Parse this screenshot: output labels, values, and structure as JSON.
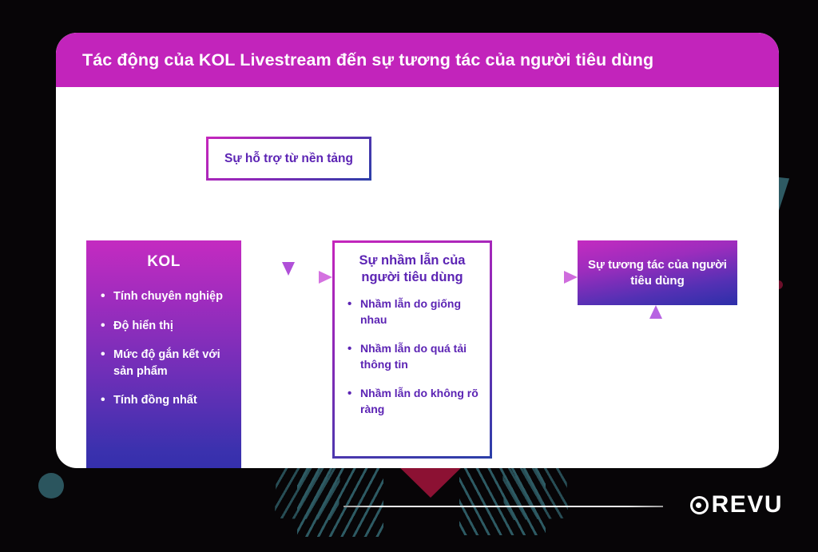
{
  "header": {
    "title": "Tác động của KOL Livestream đến sự tương tác của người tiêu dùng",
    "bar_color": "#c224bb"
  },
  "diagram": {
    "platform_box": {
      "label": "Sự hỗ trợ từ nền tảng",
      "text_color": "#5c24b4",
      "border_gradient": [
        "#c626bc",
        "#2a3fa8"
      ]
    },
    "kol_box": {
      "title": "KOL",
      "fill_gradient": [
        "#c42bc0",
        "#2b2ea8"
      ],
      "text_color": "#ffffff",
      "bullets": [
        "Tính chuyên nghiệp",
        "Độ hiển thị",
        "Mức độ gắn kết với sản phẩm",
        "Tính đồng nhất"
      ]
    },
    "confusion_box": {
      "title": "Sự nhầm lẫn của người tiêu dùng",
      "text_color": "#5c24b4",
      "border_gradient": [
        "#c626bc",
        "#2a3fa8"
      ],
      "bullets": [
        "Nhầm lẫn do giống nhau",
        "Nhầm lẫn do quá tải thông tin",
        "Nhầm lẫn do không rõ ràng"
      ]
    },
    "engagement_box": {
      "label": "Sự tương tác của người tiêu dùng",
      "fill_gradient": [
        "#c42bc0",
        "#2c2fa9"
      ],
      "text_color": "#ffffff"
    },
    "arrows": [
      {
        "name": "platform-to-middle",
        "from": "platform_box",
        "to": "kol-confusion-link",
        "direction": "down"
      },
      {
        "name": "kol-to-confusion",
        "from": "kol_box",
        "to": "confusion_box",
        "direction": "right"
      },
      {
        "name": "confusion-to-engagement",
        "from": "confusion_box",
        "to": "engagement_box",
        "direction": "right"
      },
      {
        "name": "kol-to-engagement-bypass",
        "from": "kol_box",
        "to": "engagement_box",
        "direction": "up"
      }
    ]
  },
  "footer": {
    "logo_text": "REVU",
    "logo_color": "#ffffff"
  },
  "background": {
    "page_color": "#070507",
    "card_color": "#ffffff",
    "teal": "#2d5a63",
    "red": "#8c1133"
  }
}
